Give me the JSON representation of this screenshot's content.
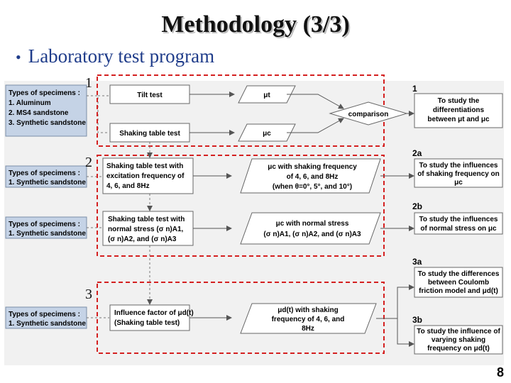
{
  "title": "Methodology (3/3)",
  "bullet": "Laboratory test program",
  "page_number": "8",
  "group_labels": [
    "1",
    "2",
    "3"
  ],
  "specimens": [
    {
      "heading": "Types of specimens :",
      "items": [
        "1. Aluminum",
        "2. MS4 sandstone",
        "3. Synthetic sandstone"
      ]
    },
    {
      "heading": "Types of specimens :",
      "items": [
        "1. Synthetic sandstone"
      ]
    },
    {
      "heading": "Types of specimens :",
      "items": [
        "1. Synthetic sandstone"
      ]
    },
    {
      "heading": "Types of specimens :",
      "items": [
        "1. Synthetic sandstone"
      ]
    }
  ],
  "tests": {
    "tilt": "Tilt test",
    "shaking": "Shaking table test",
    "shaking_freq": [
      "Shaking table test with",
      "excitation frequency of",
      "4, 6, and 8Hz"
    ],
    "shaking_normal": [
      "Shaking table test with",
      "normal stress (σ n)A1,",
      "(σ n)A2, and (σ n)A3"
    ],
    "influence": [
      "Influence factor of μd(t)",
      "(Shaking table test)"
    ]
  },
  "outputs": {
    "mu_t": "μt",
    "mu_c": "μc",
    "comparison": "comparison",
    "freq": [
      "μc with shaking frequency",
      "of 4, 6, and 8Hz",
      "(when θ=0°, 5°, and 10°)"
    ],
    "normal": [
      "μc with normal stress",
      "(σ n)A1, (σ n)A2, and (σ n)A3"
    ],
    "influence": [
      "μd(t) with shaking",
      "frequency of 4, 6, and",
      "8Hz"
    ]
  },
  "aims": [
    {
      "id": "1",
      "lines": [
        "To study the",
        "differentiations",
        "between μt and μc"
      ]
    },
    {
      "id": "2a",
      "lines": [
        "To study the influences",
        "of shaking frequency on",
        "μc"
      ]
    },
    {
      "id": "2b",
      "lines": [
        "To study the influences",
        "of normal stress on μc"
      ]
    },
    {
      "id": "3a",
      "lines": [
        "To study the  differences",
        "between Coulomb",
        "friction model and    μd(t)"
      ]
    },
    {
      "id": "3b",
      "lines": [
        "To study the influence of",
        "varying shaking",
        "frequency on μd(t)"
      ]
    }
  ],
  "colors": {
    "accent_red": "#d42020",
    "bullet_blue": "#1f3c8a",
    "figure_bg": "#f1f1f1"
  }
}
